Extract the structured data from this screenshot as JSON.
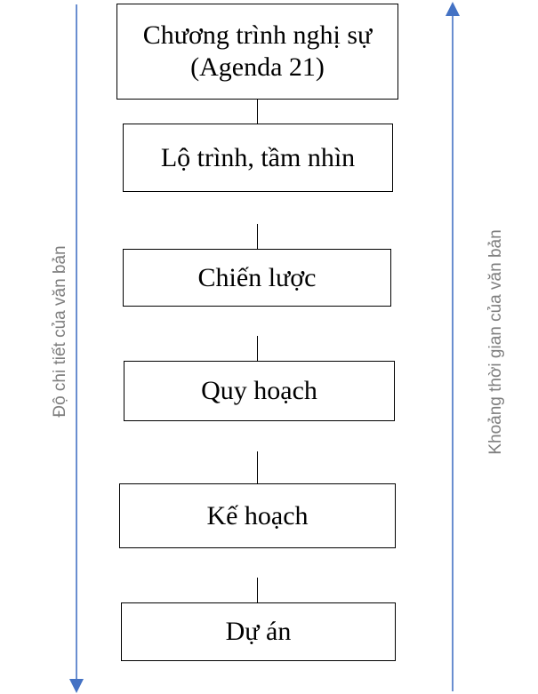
{
  "diagram": {
    "nodes": [
      {
        "id": "agenda",
        "label": "Chương trình nghị sự (Agenda 21)"
      },
      {
        "id": "roadmap",
        "label": "Lộ trình, tầm nhìn"
      },
      {
        "id": "strategy",
        "label": "Chiến lược"
      },
      {
        "id": "planning",
        "label": "Quy hoạch"
      },
      {
        "id": "plan",
        "label": "Kế hoạch"
      },
      {
        "id": "project",
        "label": "Dự án"
      }
    ],
    "left_axis": {
      "label": "Độ chi tiết của văn bản",
      "direction": "down"
    },
    "right_axis": {
      "label": "Khoảng thời gian của văn bản",
      "direction": "up"
    },
    "colors": {
      "arrow": "#4472c4",
      "axis_text": "#7f7f7f",
      "box_border": "#000000"
    }
  }
}
